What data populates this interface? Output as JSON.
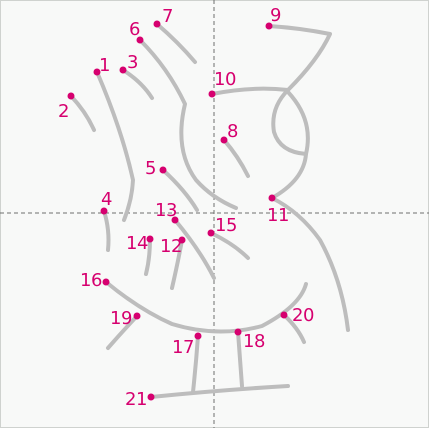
{
  "colors": {
    "background": "#f8f9f8",
    "border": "#cfd2cf",
    "guide": "#6e6e6e",
    "stroke": "#bdbdbd",
    "accent": "#d6006f"
  },
  "stroke_numbers": [
    "1",
    "2",
    "3",
    "4",
    "5",
    "6",
    "7",
    "8",
    "9",
    "10",
    "11",
    "12",
    "13",
    "14",
    "15",
    "16",
    "17",
    "18",
    "19",
    "20",
    "21"
  ]
}
